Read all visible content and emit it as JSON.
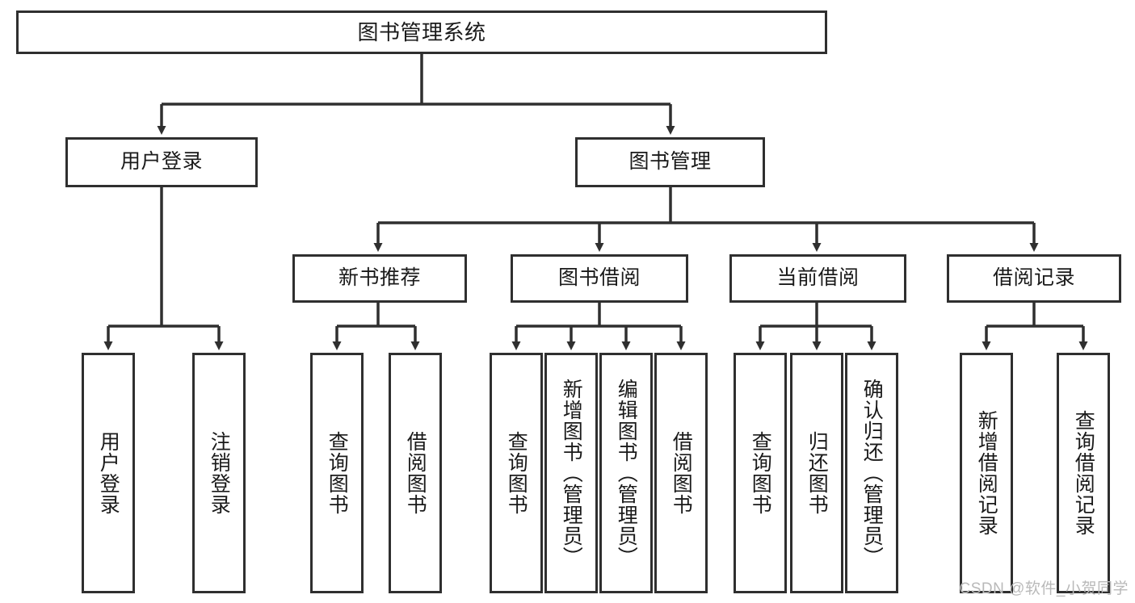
{
  "diagram": {
    "title": "图书管理系统",
    "colors": {
      "stroke": "#2f2f2f",
      "fill": "#ffffff",
      "text": "#1a1a1a",
      "watermark": "#b9b9b9"
    },
    "levels": {
      "root": {
        "label": "图书管理系统"
      },
      "level2": [
        {
          "id": "user-login",
          "label": "用户登录"
        },
        {
          "id": "book-management",
          "label": "图书管理"
        }
      ],
      "level3": [
        {
          "id": "new-book-recommend",
          "label": "新书推荐"
        },
        {
          "id": "book-borrow",
          "label": "图书借阅"
        },
        {
          "id": "current-borrow",
          "label": "当前借阅"
        },
        {
          "id": "borrow-record",
          "label": "借阅记录"
        }
      ],
      "leaves": [
        {
          "id": "leaf-user-login",
          "label": "用户登录",
          "parent": "user-login"
        },
        {
          "id": "leaf-user-logout",
          "label": "注销登录",
          "parent": "user-login"
        },
        {
          "id": "leaf-query-book-1",
          "label": "查询图书",
          "parent": "new-book-recommend"
        },
        {
          "id": "leaf-borrow-book-1",
          "label": "借阅图书",
          "parent": "new-book-recommend"
        },
        {
          "id": "leaf-query-book-2",
          "label": "查询图书",
          "parent": "book-borrow"
        },
        {
          "id": "leaf-add-book",
          "label": "新增图书（管理员）",
          "parent": "book-borrow"
        },
        {
          "id": "leaf-edit-book",
          "label": "编辑图书（管理员）",
          "parent": "book-borrow"
        },
        {
          "id": "leaf-borrow-book-2",
          "label": "借阅图书",
          "parent": "book-borrow"
        },
        {
          "id": "leaf-query-book-3",
          "label": "查询图书",
          "parent": "current-borrow"
        },
        {
          "id": "leaf-return-book",
          "label": "归还图书",
          "parent": "current-borrow"
        },
        {
          "id": "leaf-confirm-return",
          "label": "确认归还（管理员）",
          "parent": "current-borrow"
        },
        {
          "id": "leaf-add-record",
          "label": "新增借阅记录",
          "parent": "borrow-record"
        },
        {
          "id": "leaf-query-record",
          "label": "查询借阅记录",
          "parent": "borrow-record"
        }
      ]
    },
    "watermark": "CSDN @软件_小贺同学"
  }
}
